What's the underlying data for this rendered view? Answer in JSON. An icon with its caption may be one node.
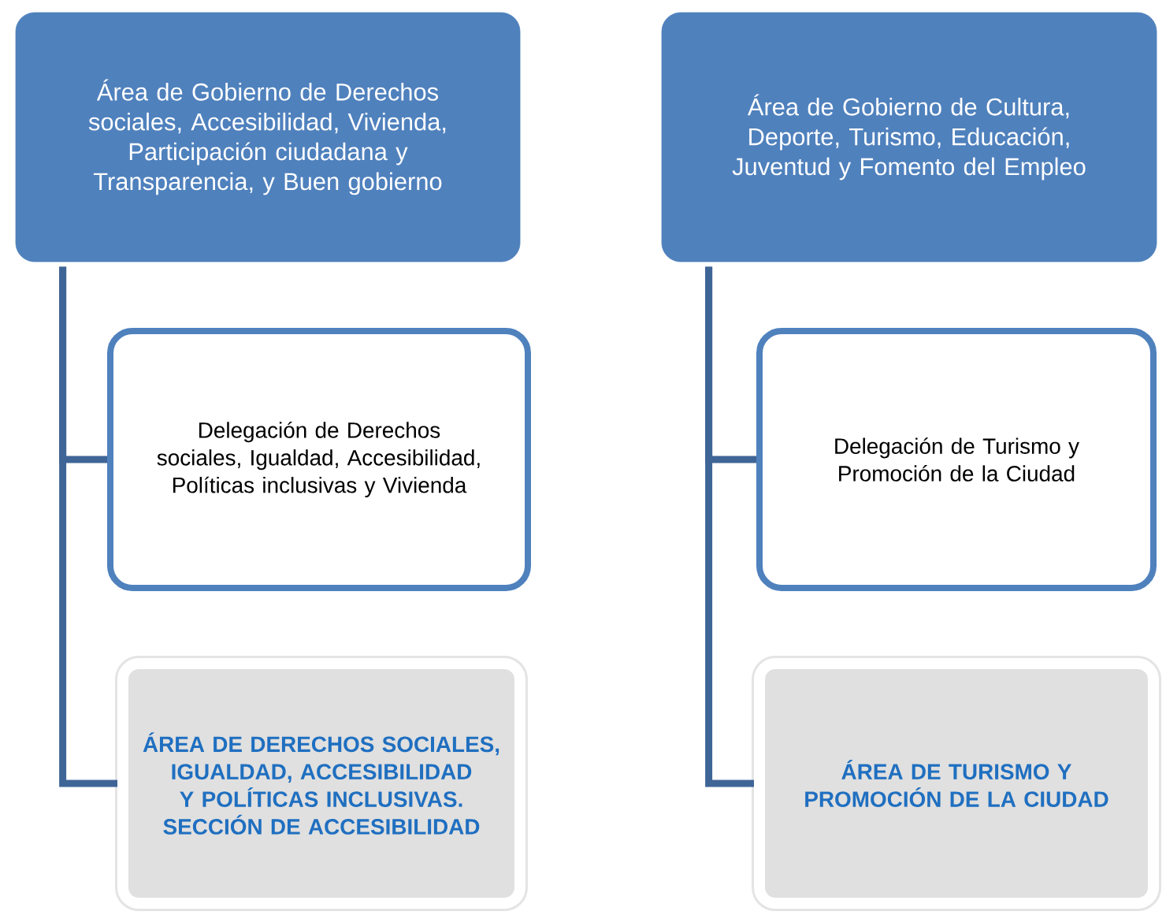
{
  "diagram": {
    "nodes": [
      {
        "text": [
          "Área de Gobierno de Derechos sociales, Accesibilidad, Vivienda, Participación ciudadana y Transparencia, y Buen gobierno"
        ]
      },
      {
        "text": [
          "Delegación de Derechos sociales, Igualdad, Accesibilidad, Políticas inclusivas y Vivienda"
        ]
      },
      {
        "text": [
          "ÁREA DE DERECHOS SOCIALES, IGUALDAD, ACCESIBILIDAD Y POLÍTICAS INCLUSIVAS. SECCIÓN DE ACCESIBILIDAD"
        ]
      },
      {
        "text": [
          "Área de Gobierno de Cultura, Deporte, Turismo, Educación, Juventud y Fomento del Empleo"
        ]
      },
      {
        "text": [
          "Delegación de Turismo y Promoción de la Ciudad"
        ]
      },
      {
        "text": [
          "ÁREA DE TURISMO Y PROMOCIÓN DE LA CIUDAD"
        ]
      }
    ],
    "edges": [
      {
        "from": 0,
        "to": 1,
        "arrow": "none"
      },
      {
        "from": 0,
        "to": 2,
        "arrow": "none"
      },
      {
        "from": 3,
        "to": 4,
        "arrow": "none"
      },
      {
        "from": 3,
        "to": 5,
        "arrow": "none"
      }
    ]
  }
}
